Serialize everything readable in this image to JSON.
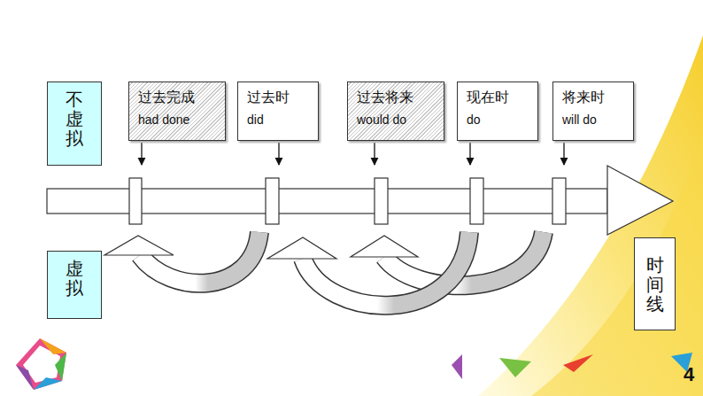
{
  "diagram": {
    "nodes": [
      {
        "text": [
          "不虚拟"
        ]
      },
      {
        "text": [
          "过去完成",
          "had done"
        ]
      },
      {
        "text": [
          "过去时",
          "did"
        ]
      },
      {
        "text": [
          "过去将来",
          "would do"
        ]
      },
      {
        "text": [
          "现在时",
          "do"
        ]
      },
      {
        "text": [
          "将来时",
          "will do"
        ]
      },
      {
        "text": [
          "虚拟"
        ]
      },
      {
        "text": [
          "时间线"
        ]
      }
    ],
    "labels": [
      "4"
    ]
  }
}
